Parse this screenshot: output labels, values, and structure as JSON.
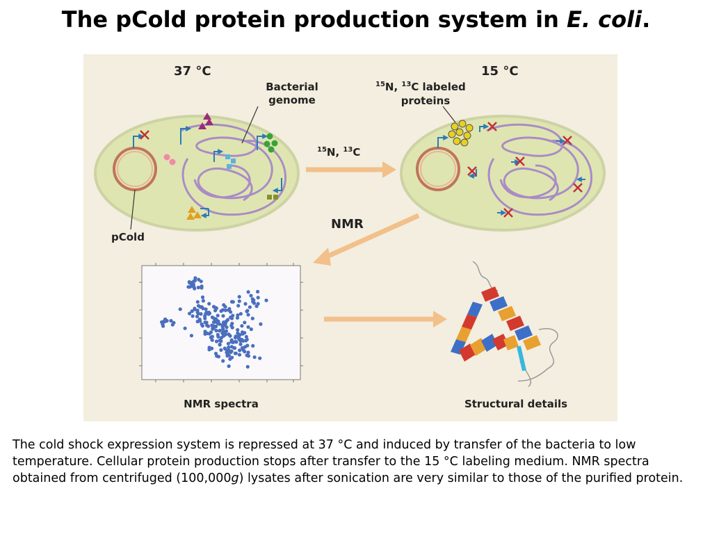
{
  "title": {
    "prefix": "The pCold protein production system in ",
    "organism": "E. coli",
    "suffix": "."
  },
  "figure": {
    "left_cell": {
      "temperature": "37 °C",
      "genome_label_line1": "Bacterial",
      "genome_label_line2": "genome",
      "plasmid_label": "pCold"
    },
    "right_cell": {
      "temperature": "15 °C",
      "labeled_line1_sup1": "15",
      "labeled_line1_a": "N, ",
      "labeled_line1_sup2": "13",
      "labeled_line1_b": "C labeled",
      "labeled_line2": "proteins"
    },
    "transfer_arrow": {
      "sup1": "15",
      "a": "N, ",
      "sup2": "13",
      "b": "C"
    },
    "nmr_label": "NMR",
    "spectra_label": "NMR spectra",
    "structure_label": "Structural details"
  },
  "caption": {
    "part1": "The cold shock expression system is repressed at 37 °C and induced by transfer of the bacteria to low temperature. Cellular protein production stops after transfer to the 15 °C labeling medium. NMR spectra obtained from centrifuged (100,000",
    "italic_g": "g",
    "part2": ") lysates after sonication are very similar to those of the purified protein."
  },
  "colors": {
    "panel_bg": "#f3eedf",
    "cell_fill": "#dfe5b0",
    "cell_border": "#c9cfa3",
    "genome": "#a98cc7",
    "plasmid": "#c0755a",
    "promoter_arrow": "#2b7bb9",
    "repressed_x": "#c0303a",
    "flow_arrow": "#f2c08a",
    "spectra_dots": "#4a6fbd"
  }
}
